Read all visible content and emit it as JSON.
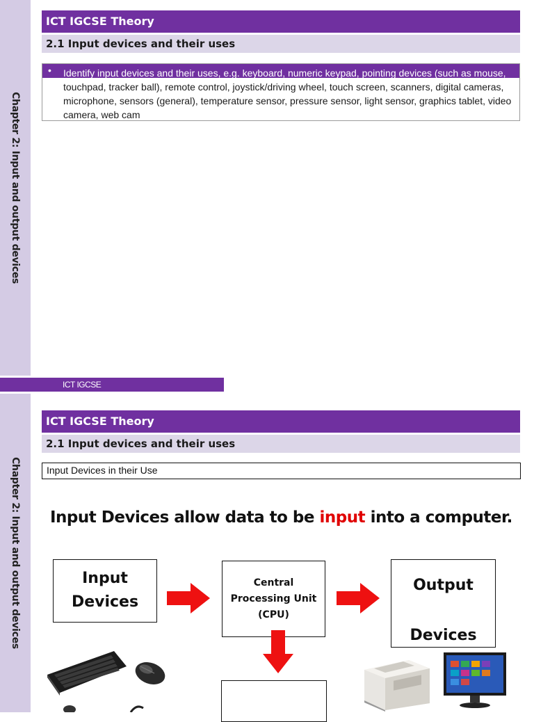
{
  "slide1": {
    "sidebar_label": "Chapter 2: Input and output devices",
    "header_title": "ICT IGCSE Theory",
    "subheader_title": "2.1 Input devices and their uses",
    "objective_bullet": "•",
    "objective_text": "Identify input devices and their uses, e.g. keyboard, numeric keypad, pointing devices (such as mouse, touchpad, tracker ball), remote control, joystick/driving wheel, touch screen, scanners, digital cameras, microphone, sensors (general), temperature sensor, pressure sensor, light sensor, graphics tablet, video camera, web cam",
    "footer_label": "ICT IGCSE"
  },
  "slide2": {
    "sidebar_label": "Chapter 2: Input and output devices",
    "header_title": "ICT IGCSE Theory",
    "subheader_title": "2.1 Input devices and their uses",
    "section_title": "Input Devices in their Use",
    "statement_before": "Input Devices allow data to be ",
    "statement_highlight": "input",
    "statement_after": " into a computer.",
    "input_box": {
      "line1": "Input",
      "line2": "Devices"
    },
    "cpu_box": {
      "line1": "Central",
      "line2": "Processing Unit",
      "line3": "(CPU)"
    },
    "output_box": {
      "line1": "Output",
      "line2": "Devices"
    },
    "images": [
      "keyboard-image",
      "mouse-image",
      "printer-image",
      "monitor-image"
    ]
  },
  "colors": {
    "purple": "#7030a0",
    "lavender": "#d4cbe4",
    "subheader": "#dcd6e8",
    "arrow_red": "#ee1111",
    "highlight_red": "#e00000"
  }
}
